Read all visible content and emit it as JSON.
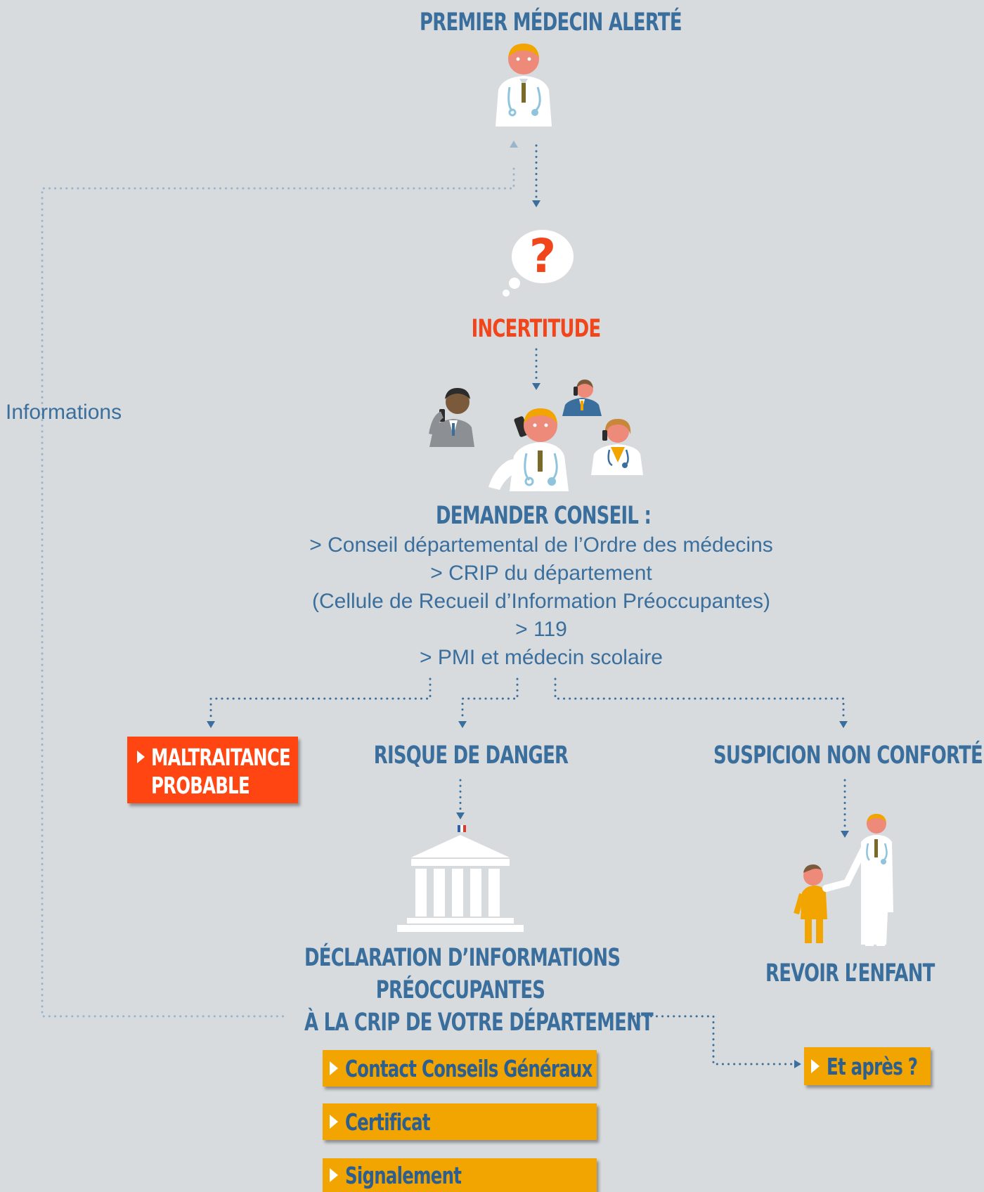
{
  "top": {
    "title": "PREMIER MÉDECIN ALERTÉ"
  },
  "uncertainty": {
    "symbol": "?",
    "title": "INCERTITUDE"
  },
  "side": {
    "informations": "Informations"
  },
  "advice": {
    "title": "DEMANDER CONSEIL :",
    "lines": [
      "> Conseil départemental de l’Ordre des médecins",
      "> CRIP du département",
      "(Cellule de Recueil d’Information Préoccupantes)",
      "> 119",
      "> PMI et médecin scolaire"
    ]
  },
  "branches": {
    "maltraitance": {
      "line1": "MALTRAITANCE",
      "line2": "PROBABLE"
    },
    "risque": "RISQUE DE DANGER",
    "suspicion": "SUSPICION NON CONFORTÉE"
  },
  "declaration": {
    "line1": "DÉCLARATION D’INFORMATIONS",
    "line2": "PRÉOCCUPANTES",
    "line3": "À LA CRIP DE VOTRE DÉPARTEMENT"
  },
  "revoir": "REVOIR L’ENFANT",
  "buttons": {
    "contact": "Contact Conseils Généraux",
    "certificat": "Certificat",
    "signalement": "Signalement",
    "apres": "Et après ?"
  },
  "colors": {
    "background": "#d8dbde",
    "blue": "#3a6f9d",
    "red": "#f1461c",
    "orange": "#f2a400",
    "dots": "#9ab4cc"
  }
}
